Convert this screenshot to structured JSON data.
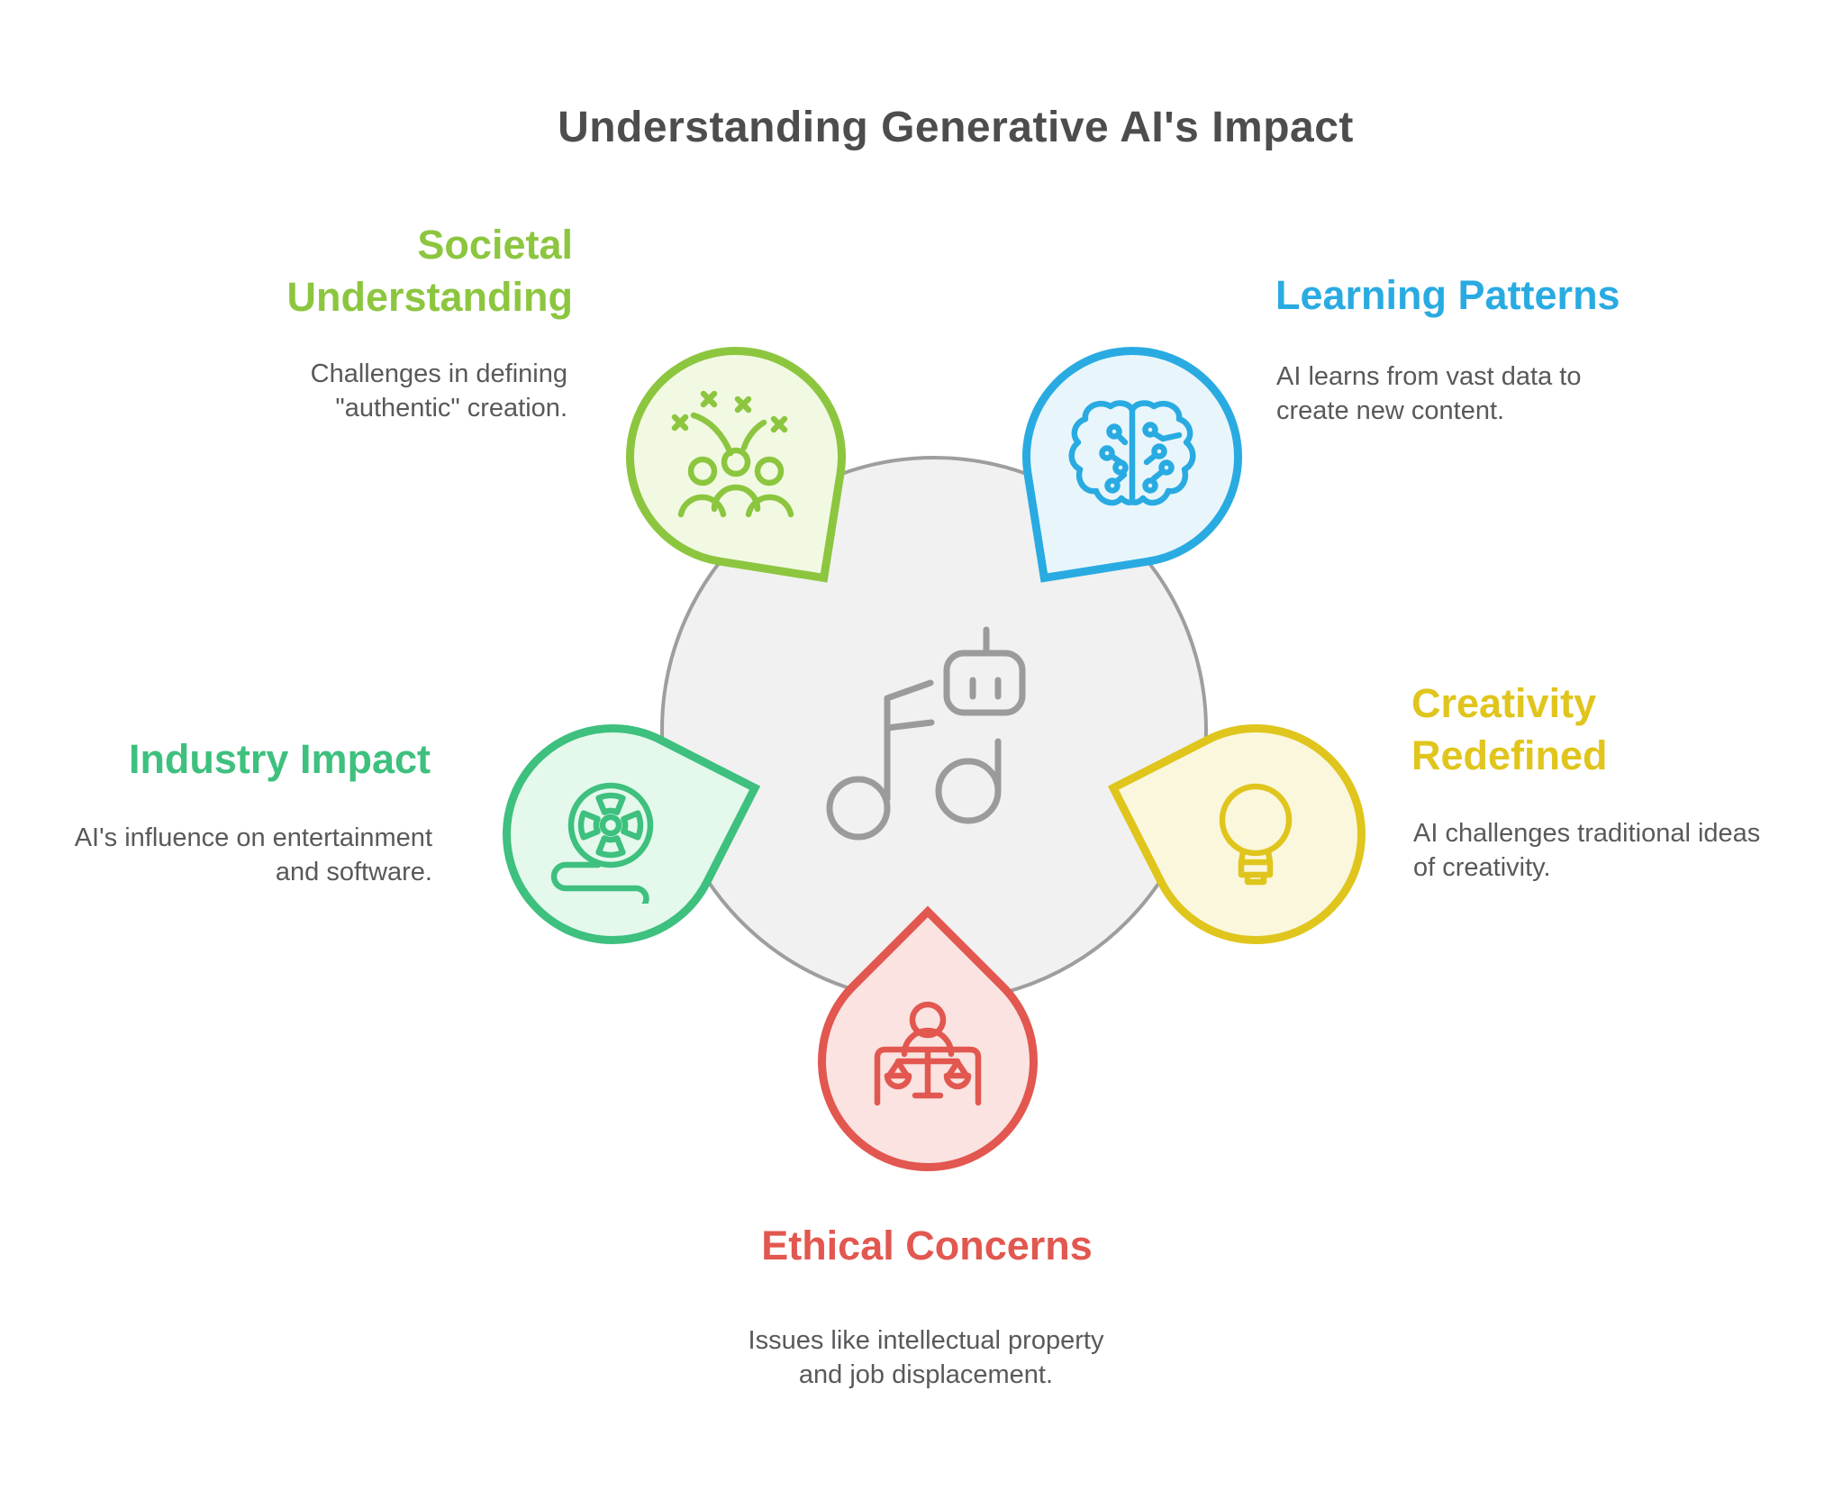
{
  "title": "Understanding Generative AI's Impact",
  "title_color": "#4D4D4D",
  "background": "#FFFFFF",
  "body_text_color": "#58595B",
  "center": {
    "icon": "robot-music-note-icon",
    "icon_color": "#9B9B9B",
    "circle_fill": "#F1F1F1",
    "circle_stroke": "#9E9E9E"
  },
  "nodes": [
    {
      "id": "societal-understanding",
      "label": "Societal Understanding",
      "label_lines": [
        "Societal",
        "Understanding"
      ],
      "description": "Challenges in defining \"authentic\" creation.",
      "description_lines": [
        "Challenges in defining",
        "\"authentic\" creation."
      ],
      "color": "#8CC63F",
      "fill": "#F2F9E3",
      "icon": "celebration-people-icon",
      "position": "top-left"
    },
    {
      "id": "learning-patterns",
      "label": "Learning Patterns",
      "label_lines": [
        "Learning Patterns"
      ],
      "description": "AI learns from vast data to create new content.",
      "description_lines": [
        "AI learns from vast data to",
        "create new content."
      ],
      "color": "#29ABE2",
      "fill": "#E8F6FC",
      "icon": "ai-brain-icon",
      "position": "top-right"
    },
    {
      "id": "industry-impact",
      "label": "Industry Impact",
      "label_lines": [
        "Industry Impact"
      ],
      "description": "AI's influence on entertainment and software.",
      "description_lines": [
        "AI's influence on entertainment",
        "and software."
      ],
      "color": "#3EC07E",
      "fill": "#E4F8EC",
      "icon": "film-reel-icon",
      "position": "left"
    },
    {
      "id": "creativity-redefined",
      "label": "Creativity Redefined",
      "label_lines": [
        "Creativity",
        "Redefined"
      ],
      "description": "AI challenges traditional ideas of creativity.",
      "description_lines": [
        "AI challenges traditional ideas",
        "of creativity."
      ],
      "color": "#E0C51D",
      "fill": "#FBF7DC",
      "icon": "lightbulb-icon",
      "position": "right"
    },
    {
      "id": "ethical-concerns",
      "label": "Ethical Concerns",
      "label_lines": [
        "Ethical Concerns"
      ],
      "description": "Issues like intellectual property and job displacement.",
      "description_lines": [
        "Issues like intellectual property",
        "and job displacement."
      ],
      "color": "#E2574F",
      "fill": "#FAE3E1",
      "icon": "justice-scales-icon",
      "position": "bottom"
    }
  ]
}
